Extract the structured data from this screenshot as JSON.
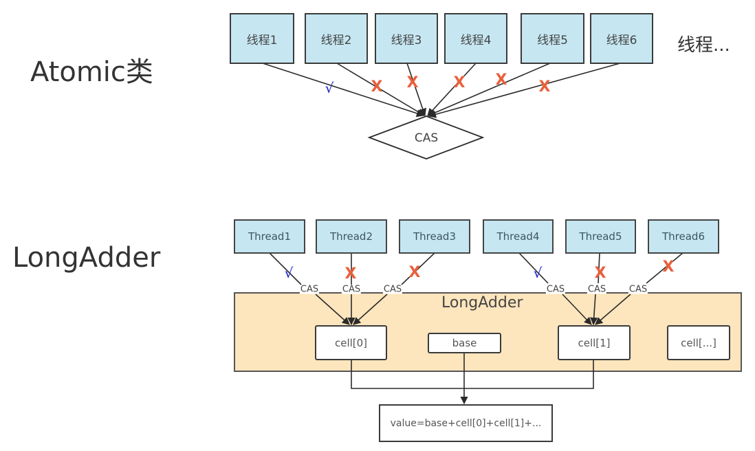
{
  "atomic": {
    "title": "Atomic类",
    "threads": [
      "线程1",
      "线程2",
      "线程3",
      "线程4",
      "线程5",
      "线程6"
    ],
    "more_threads": "线程...",
    "cas_label": "CAS",
    "results": [
      "success",
      "fail",
      "fail",
      "fail",
      "fail",
      "fail"
    ]
  },
  "longadder": {
    "title": "LongAdder",
    "threads": [
      "Thread1",
      "Thread2",
      "Thread3",
      "Thread4",
      "Thread5",
      "Thread6"
    ],
    "cas_labels": [
      "CAS",
      "CAS",
      "CAS",
      "CAS",
      "CAS",
      "CAS"
    ],
    "results": [
      "success",
      "fail",
      "fail",
      "success",
      "fail",
      "fail"
    ],
    "container_title": "LongAdder",
    "cells": [
      "cell[0]",
      "base",
      "cell[1]",
      "cell[...]"
    ],
    "value_formula": "value=base+cell[0]+cell[1]+..."
  },
  "marks": {
    "success": "√",
    "fail": "X"
  },
  "colors": {
    "thread_fill": "#c6e7f2",
    "container_fill": "#fde5bd",
    "success_mark": "#1a24c8",
    "fail_mark": "#e8603c"
  }
}
